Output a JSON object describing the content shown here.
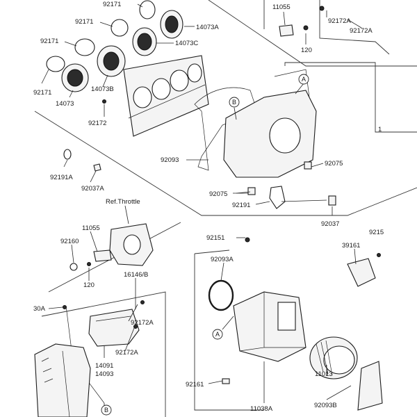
{
  "callouts": {
    "a": "A",
    "b": "B"
  },
  "labels": {
    "l92171_top": "92171",
    "l92171_a": "92171",
    "l14073A": "14073A",
    "l92171_b": "92171",
    "l14073C": "14073C",
    "l92171_left": "92171",
    "l14073B": "14073B",
    "l14073": "14073",
    "l92172": "92172",
    "l11055_top": "11055",
    "l92172A_top1": "92172A",
    "l92172A_top2": "92172A",
    "l120_top": "120",
    "l1_right": "1",
    "l92093": "92093",
    "l92075_r": "92075",
    "l92075_b": "92075",
    "l92191A": "92191A",
    "l92037A": "92037A",
    "l92191": "92191",
    "l92037": "92037",
    "lRefThrottle": "Ref.Throttle",
    "l11055_mid": "11055",
    "l92160": "92160",
    "l120_mid": "120",
    "l16146": "16146/B",
    "l92151": "92151",
    "l92093A": "92093A",
    "l39161": "39161",
    "l9215": "9215",
    "l130A": "30A",
    "l92172A_l1": "92172A",
    "l92172A_l2": "92172A",
    "l14091": "14091",
    "l14093": "14093",
    "l92161": "92161",
    "l11013": "11013",
    "l11038A": "11038A",
    "l92093B": "92093B"
  }
}
